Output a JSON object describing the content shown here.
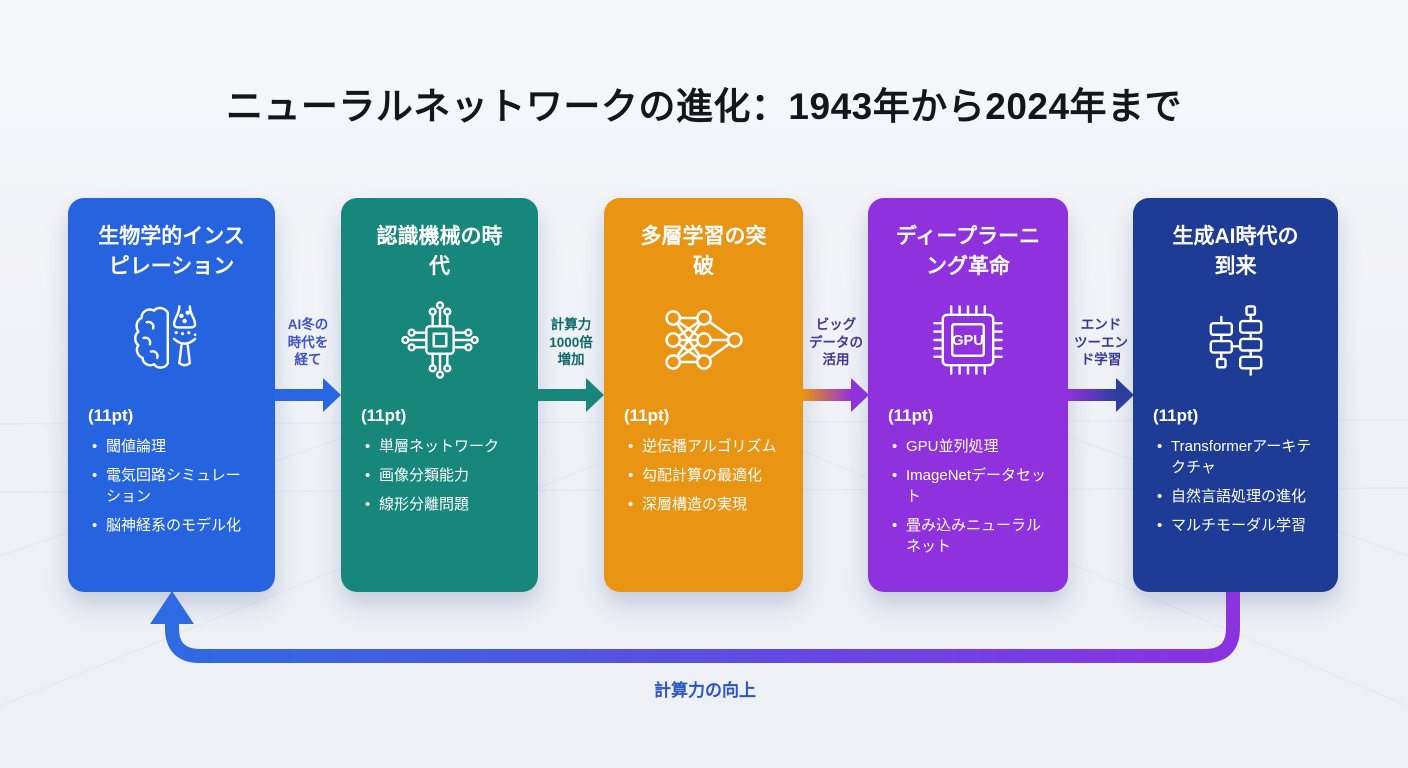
{
  "title": "ニューラルネットワークの進化：1943年から2024年まで",
  "stages": [
    {
      "title": "生物学的インス\nピレーション",
      "icon": "brain-synapse-icon",
      "size_label": "(11pt)",
      "bullets": [
        "閾値論理",
        "電気回路シミュレーション",
        "脳神経系のモデル化"
      ],
      "color": "#2663DF"
    },
    {
      "title": "認識機械の時\n代",
      "icon": "circuit-chip-icon",
      "size_label": "(11pt)",
      "bullets": [
        "単層ネットワーク",
        "画像分類能力",
        "線形分離問題"
      ],
      "color": "#17867B"
    },
    {
      "title": "多層学習の突\n破",
      "icon": "neural-network-icon",
      "size_label": "(11pt)",
      "bullets": [
        "逆伝播アルゴリズム",
        "勾配計算の最適化",
        "深層構造の実現"
      ],
      "color": "#EA9414"
    },
    {
      "title": "ディープラーニ\nング革命",
      "icon": "gpu-chip-icon",
      "icon_text": "GPU",
      "size_label": "(11pt)",
      "bullets": [
        "GPU並列処理",
        "ImageNetデータセット",
        "畳み込みニューラルネット"
      ],
      "color": "#9031DE"
    },
    {
      "title": "生成AI時代の\n到来",
      "icon": "transformer-blocks-icon",
      "size_label": "(11pt)",
      "bullets": [
        "Transformerアーキテクチャ",
        "自然言語処理の進化",
        "マルチモーダル学習"
      ],
      "color": "#1E3C96"
    }
  ],
  "connectors": [
    {
      "label": "AI冬の\n時代を\n経て",
      "from_color": "#2A66E4",
      "to_color": "#2A66E4",
      "label_color": "#3D54C9"
    },
    {
      "label": "計算力\n1000倍\n増加",
      "from_color": "#17867B",
      "to_color": "#17867B",
      "label_color": "#11696B"
    },
    {
      "label": "ビッグ\nデータの\n活用",
      "from_color": "#EA9414",
      "to_color": "#9031DE",
      "label_color": "#43379B"
    },
    {
      "label": "エンド\nツーエン\nド学習",
      "from_color": "#9031DE",
      "to_color": "#2B3F9E",
      "label_color": "#39399B"
    }
  ],
  "feedback_arrow": {
    "label": "計算力の向上",
    "label_color": "#2B55C6",
    "start_color": "#2E6AE2",
    "end_color": "#8B32DE"
  }
}
